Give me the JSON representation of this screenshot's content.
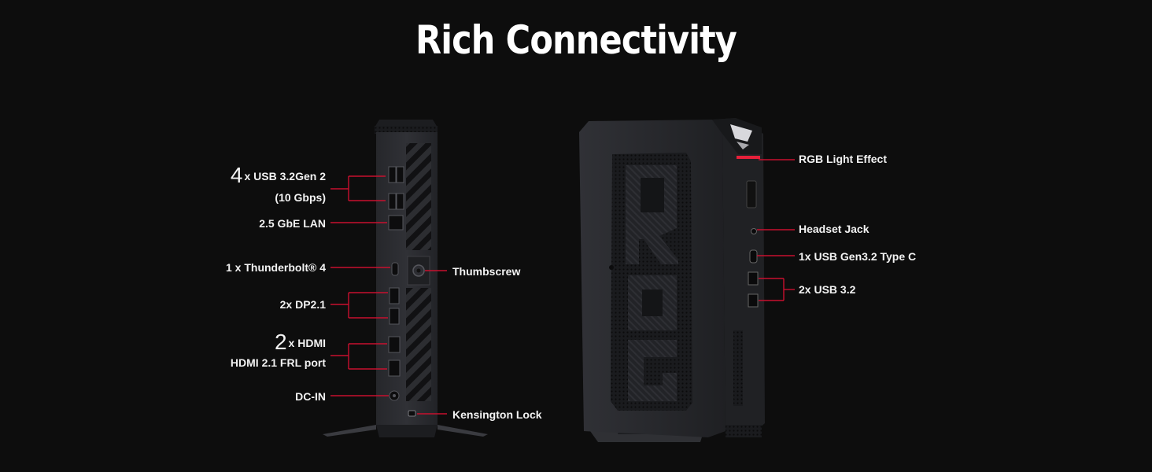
{
  "title": "Rich Connectivity",
  "left_callouts": {
    "usb_count": "4",
    "usb_label": "x USB 3.2Gen 2",
    "usb_speed": "(10 Gbps)",
    "lan": "2.5 GbE LAN",
    "thunderbolt": "1 x Thunderbolt® 4",
    "dp": "2x DP2.1",
    "hdmi_count": "2",
    "hdmi_label": "x HDMI",
    "hdmi_sub": "HDMI 2.1 FRL port",
    "dcin": "DC-IN"
  },
  "center_callouts": {
    "thumbscrew": "Thumbscrew",
    "kensington": "Kensington Lock"
  },
  "right_callouts": {
    "rgb": "RGB Light Effect",
    "headset": "Headset Jack",
    "usb_c": "1x USB Gen3.2 Type C",
    "usb32": "2x USB 3.2"
  },
  "colors": {
    "background": "#0d0d0d",
    "callout_line": "#c8102e",
    "device_body": "#2a2b2f",
    "text": "#ffffff"
  }
}
